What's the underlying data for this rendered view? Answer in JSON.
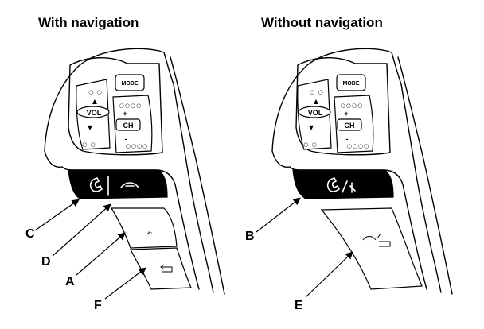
{
  "left_panel": {
    "title": "With navigation",
    "buttons": {
      "mode": "MODE",
      "vol": "VOL",
      "ch": "CH",
      "up": "▲",
      "down": "▼",
      "plus": "+",
      "minus": "-"
    },
    "callouts": [
      "C",
      "D",
      "A",
      "F"
    ]
  },
  "right_panel": {
    "title": "Without navigation",
    "buttons": {
      "mode": "MODE",
      "vol": "VOL",
      "ch": "CH",
      "up": "▲",
      "down": "▼",
      "plus": "+",
      "minus": "-"
    },
    "callouts": [
      "B",
      "E"
    ]
  }
}
